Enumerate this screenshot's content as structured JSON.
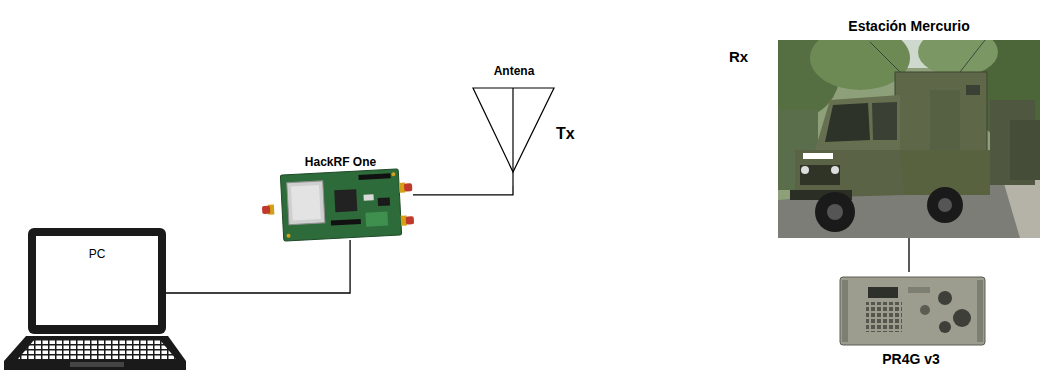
{
  "diagram": {
    "nodes": [
      {
        "text": [
          "PC"
        ]
      },
      {
        "text": [
          "HackRF One"
        ]
      },
      {
        "text": [
          "Antena"
        ]
      },
      {
        "text": [
          "Estación Mercurio"
        ]
      },
      {
        "text": [
          "PR4G v3"
        ]
      }
    ],
    "edges": [
      {
        "from": 0,
        "to": 1,
        "arrow": "none"
      },
      {
        "from": 1,
        "to": 2,
        "arrow": "none"
      },
      {
        "from": 3,
        "to": 4,
        "arrow": "none"
      }
    ],
    "labels": [
      "Tx",
      "Rx"
    ]
  }
}
